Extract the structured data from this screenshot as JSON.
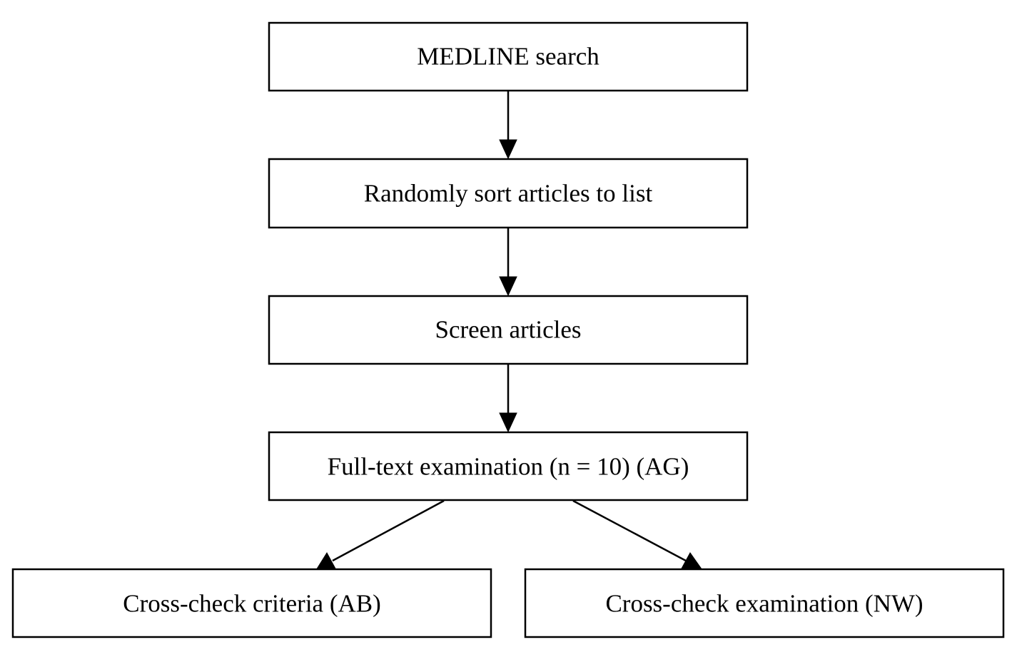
{
  "diagram": {
    "nodes": [
      {
        "id": "medline",
        "label": "MEDLINE search"
      },
      {
        "id": "sort",
        "label": "Randomly sort articles to list"
      },
      {
        "id": "screen",
        "label": "Screen articles"
      },
      {
        "id": "fulltext",
        "label": "Full-text examination (n = 10) (AG)"
      },
      {
        "id": "criteria",
        "label": "Cross-check criteria (AB)"
      },
      {
        "id": "exam",
        "label": "Cross-check examination (NW)"
      }
    ],
    "edges": [
      {
        "from": "medline",
        "to": "sort"
      },
      {
        "from": "sort",
        "to": "screen"
      },
      {
        "from": "screen",
        "to": "fulltext"
      },
      {
        "from": "fulltext",
        "to": "criteria"
      },
      {
        "from": "fulltext",
        "to": "exam"
      }
    ]
  }
}
